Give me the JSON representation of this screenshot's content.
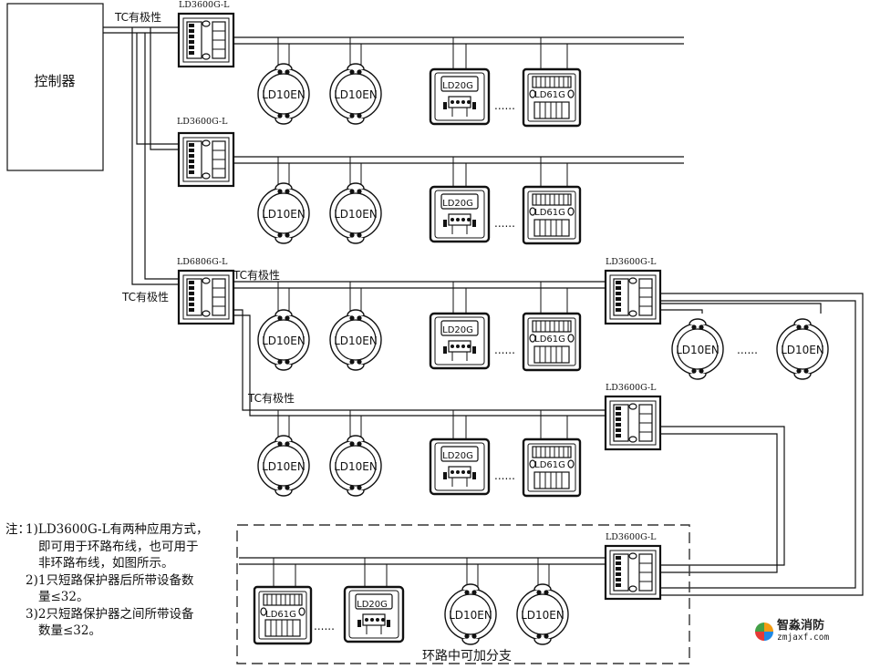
{
  "diagram": {
    "controller_label": "控制器",
    "tc_labels": [
      "TC有极性",
      "TC有极性",
      "TC有极性",
      "TC有极性"
    ],
    "isolator_labels": [
      "LD3600G-L",
      "LD3600G-L",
      "LD6806G-L",
      "LD3600G-L",
      "LD3600G-L",
      "LD3600G-L"
    ],
    "detector_label": "LD10EN",
    "module_label": "LD20G",
    "button_label": "LD61G",
    "ellipsis": "......",
    "branch_caption": "环路中可加分支"
  },
  "notes": {
    "prefix": "注：",
    "items": [
      "1)LD3600G-L有两种应用方式，",
      "即可用于环路布线，也可用于",
      "非环路布线，如图所示。",
      "2)1只短路保护器后所带设备数",
      "量≤32。",
      "3)2只短路保护器之间所带设备",
      "数量≤32。"
    ]
  },
  "logo": {
    "name": "智淼消防",
    "url": "zmjaxf.com"
  }
}
